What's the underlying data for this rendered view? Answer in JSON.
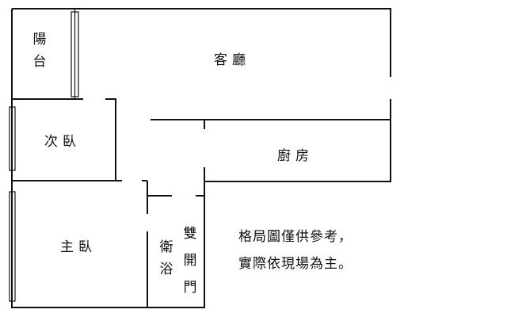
{
  "rooms": {
    "balcony": "陽台",
    "living_room": "客廳",
    "second_bedroom": "次臥",
    "kitchen": "廚房",
    "master_bedroom": "主臥",
    "bathroom": "衛浴",
    "double_door": "雙開門"
  },
  "note": {
    "line1": "格局圖僅供參考，",
    "line2": "實際依現場為主。"
  }
}
